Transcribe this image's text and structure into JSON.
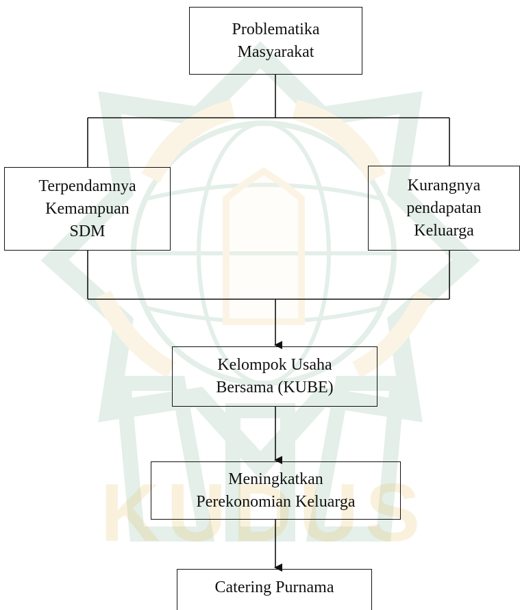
{
  "nodes": {
    "root": "Problematika\nMasyarakat",
    "left": "Terpendamnya\nKemampuan\nSDM",
    "right": "Kurangnya\npendapatan\nKeluarga",
    "kube": "Kelompok Usaha\nBersama (KUBE)",
    "meningkatkan": "Meningkatkan\nPerekonomian Keluarga",
    "catering": "Catering Purnama"
  },
  "watermark": {
    "text": "KUDUS",
    "color_green": "#2e8b57",
    "color_gold": "#e3b341"
  }
}
